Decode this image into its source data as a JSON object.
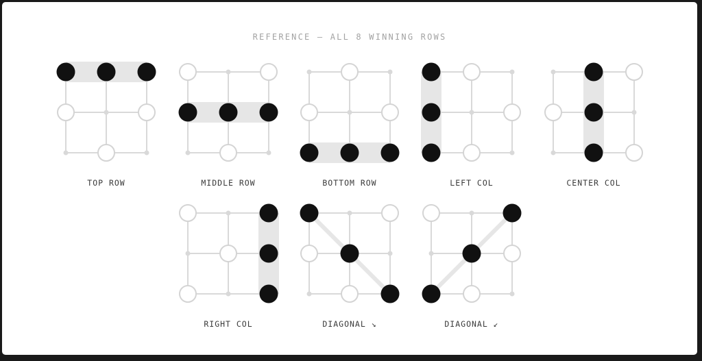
{
  "heading": "REFERENCE — ALL 8 WINNING ROWS",
  "colors": {
    "grid": "#d9d9d9",
    "highlight": "#e6e6e6",
    "filled": "#111111",
    "empty_stroke": "#d4d4d4",
    "empty_fill": "#ffffff",
    "caption": "#3a3a3a"
  },
  "boards": [
    {
      "label": "TOP ROW",
      "win": [
        [
          0,
          0
        ],
        [
          0,
          1
        ],
        [
          0,
          2
        ]
      ],
      "empty": [
        [
          1,
          0
        ],
        [
          1,
          2
        ],
        [
          2,
          1
        ]
      ],
      "band": "row"
    },
    {
      "label": "MIDDLE ROW",
      "win": [
        [
          1,
          0
        ],
        [
          1,
          1
        ],
        [
          1,
          2
        ]
      ],
      "empty": [
        [
          0,
          0
        ],
        [
          0,
          2
        ],
        [
          2,
          1
        ]
      ],
      "band": "row"
    },
    {
      "label": "BOTTOM ROW",
      "win": [
        [
          2,
          0
        ],
        [
          2,
          1
        ],
        [
          2,
          2
        ]
      ],
      "empty": [
        [
          0,
          1
        ],
        [
          1,
          0
        ],
        [
          1,
          2
        ]
      ],
      "band": "row"
    },
    {
      "label": "LEFT COL",
      "win": [
        [
          0,
          0
        ],
        [
          1,
          0
        ],
        [
          2,
          0
        ]
      ],
      "empty": [
        [
          0,
          1
        ],
        [
          1,
          2
        ],
        [
          2,
          1
        ]
      ],
      "band": "col"
    },
    {
      "label": "CENTER COL",
      "win": [
        [
          0,
          1
        ],
        [
          1,
          1
        ],
        [
          2,
          1
        ]
      ],
      "empty": [
        [
          0,
          2
        ],
        [
          1,
          0
        ],
        [
          2,
          2
        ]
      ],
      "band": "col"
    },
    {
      "label": "RIGHT COL",
      "win": [
        [
          0,
          2
        ],
        [
          1,
          2
        ],
        [
          2,
          2
        ]
      ],
      "empty": [
        [
          0,
          0
        ],
        [
          1,
          1
        ],
        [
          2,
          0
        ]
      ],
      "band": "col"
    },
    {
      "label": "DIAGONAL ↘",
      "win": [
        [
          0,
          0
        ],
        [
          1,
          1
        ],
        [
          2,
          2
        ]
      ],
      "empty": [
        [
          0,
          2
        ],
        [
          1,
          0
        ],
        [
          2,
          1
        ]
      ],
      "band": "diag"
    },
    {
      "label": "DIAGONAL ↙",
      "win": [
        [
          0,
          2
        ],
        [
          1,
          1
        ],
        [
          2,
          0
        ]
      ],
      "empty": [
        [
          0,
          0
        ],
        [
          1,
          2
        ],
        [
          2,
          1
        ]
      ],
      "band": "diag"
    }
  ]
}
